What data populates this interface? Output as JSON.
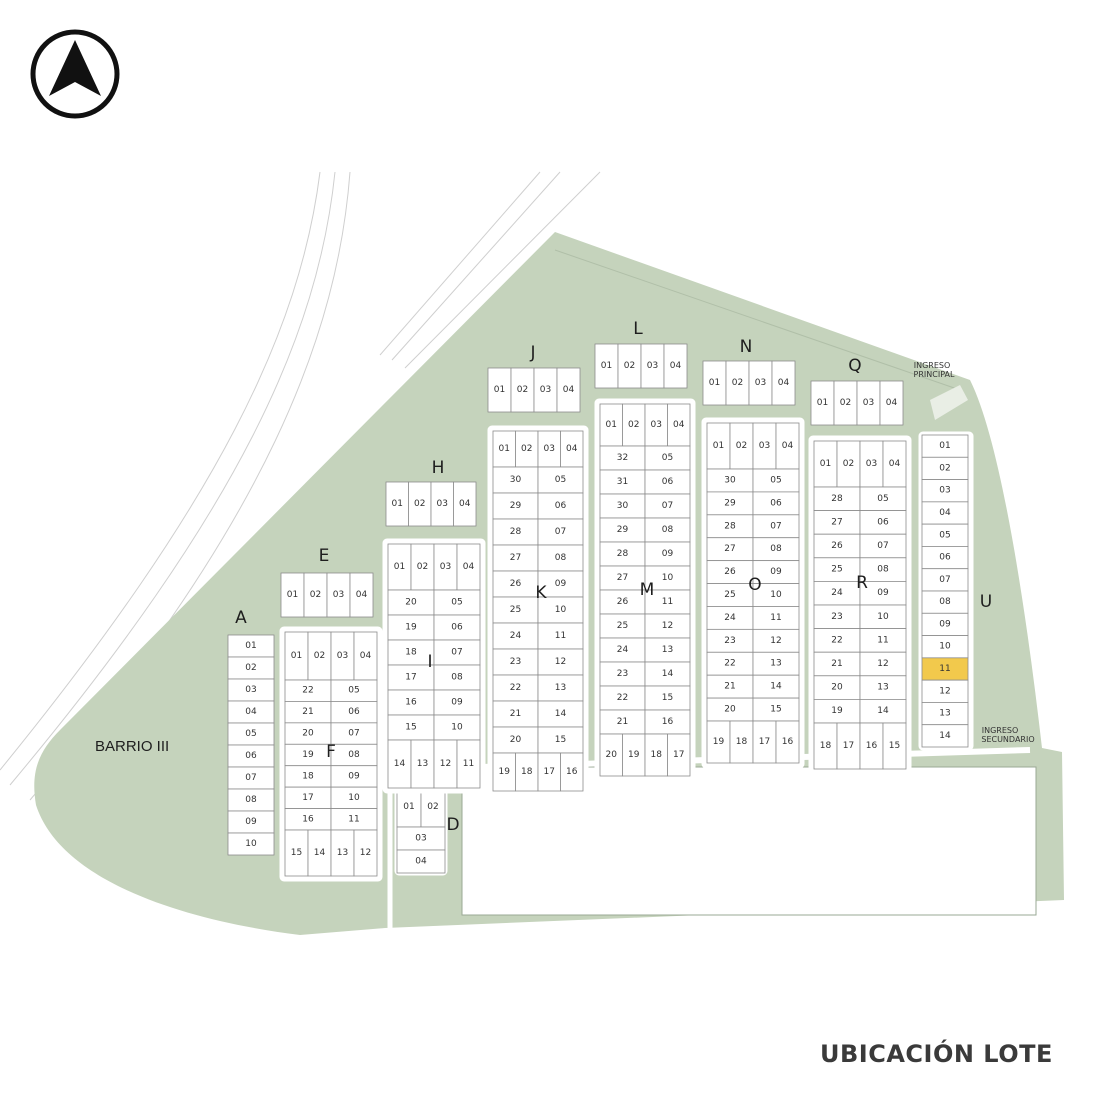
{
  "map_title": "UBICACIÓN LOTE",
  "barrio_label": "BARRIO III",
  "ingreso_principal": [
    "INGRESO",
    "PRINCIPAL"
  ],
  "ingreso_secundario": [
    "INGRESO",
    "SECUNDARIO"
  ],
  "north_arrow_icon": "north-arrow-icon",
  "colors": {
    "land": "#c5d3bc",
    "lot": "#ffffff",
    "lot_border": "#8c8c8c",
    "highlight": "#f2c94c"
  },
  "highlighted_lot": {
    "block": "U",
    "lot": "11"
  },
  "blocks": [
    {
      "id": "A",
      "letter": "A",
      "lots": [
        "01",
        "02",
        "03",
        "04",
        "05",
        "06",
        "07",
        "08",
        "09",
        "10"
      ]
    },
    {
      "id": "E",
      "letter": "E",
      "lots": [
        "01",
        "02",
        "03",
        "04"
      ]
    },
    {
      "id": "F",
      "letter": "F",
      "top_row": [
        "01",
        "02",
        "03",
        "04"
      ],
      "left": [
        "22",
        "21",
        "20",
        "19",
        "18",
        "17",
        "16"
      ],
      "right": [
        "05",
        "06",
        "07",
        "08",
        "09",
        "10",
        "11"
      ],
      "bottom_row": [
        "15",
        "14",
        "13",
        "12"
      ]
    },
    {
      "id": "D",
      "letter": "D",
      "lots": [
        "01",
        "02",
        "03",
        "04"
      ]
    },
    {
      "id": "H",
      "letter": "H",
      "lots": [
        "01",
        "02",
        "03",
        "04"
      ]
    },
    {
      "id": "I",
      "letter": "I",
      "top_row": [
        "01",
        "02",
        "03",
        "04"
      ],
      "left": [
        "20",
        "19",
        "18",
        "17",
        "16",
        "15"
      ],
      "right": [
        "05",
        "06",
        "07",
        "08",
        "09",
        "10"
      ],
      "bottom_row": [
        "14",
        "13",
        "12",
        "11"
      ]
    },
    {
      "id": "J",
      "letter": "J",
      "lots": [
        "01",
        "02",
        "03",
        "04"
      ]
    },
    {
      "id": "K",
      "letter": "K",
      "top_row": [
        "01",
        "02",
        "03",
        "04"
      ],
      "left": [
        "30",
        "29",
        "28",
        "27",
        "26",
        "25",
        "24",
        "23",
        "22",
        "21",
        "20"
      ],
      "right": [
        "05",
        "06",
        "07",
        "08",
        "09",
        "10",
        "11",
        "12",
        "13",
        "14",
        "15"
      ],
      "bottom_row": [
        "19",
        "18",
        "17",
        "16"
      ]
    },
    {
      "id": "L",
      "letter": "L",
      "lots": [
        "01",
        "02",
        "03",
        "04"
      ]
    },
    {
      "id": "M",
      "letter": "M",
      "top_row": [
        "01",
        "02",
        "03",
        "04"
      ],
      "left": [
        "32",
        "31",
        "30",
        "29",
        "28",
        "27",
        "26",
        "25",
        "24",
        "23",
        "22",
        "21"
      ],
      "right": [
        "05",
        "06",
        "07",
        "08",
        "09",
        "10",
        "11",
        "12",
        "13",
        "14",
        "15",
        "16"
      ],
      "bottom_row": [
        "20",
        "19",
        "18",
        "17"
      ]
    },
    {
      "id": "N",
      "letter": "N",
      "lots": [
        "01",
        "02",
        "03",
        "04"
      ]
    },
    {
      "id": "O",
      "letter": "O",
      "top_row": [
        "01",
        "02",
        "03",
        "04"
      ],
      "left": [
        "30",
        "29",
        "28",
        "27",
        "26",
        "25",
        "24",
        "23",
        "22",
        "21",
        "20"
      ],
      "right": [
        "05",
        "06",
        "07",
        "08",
        "09",
        "10",
        "11",
        "12",
        "13",
        "14",
        "15"
      ],
      "bottom_row": [
        "19",
        "18",
        "17",
        "16"
      ]
    },
    {
      "id": "Q",
      "letter": "Q",
      "lots": [
        "01",
        "02",
        "03",
        "04"
      ]
    },
    {
      "id": "R",
      "letter": "R",
      "top_row": [
        "01",
        "02",
        "03",
        "04"
      ],
      "left": [
        "28",
        "27",
        "26",
        "25",
        "24",
        "23",
        "22",
        "21",
        "20",
        "19"
      ],
      "right": [
        "05",
        "06",
        "07",
        "08",
        "09",
        "10",
        "11",
        "12",
        "13",
        "14"
      ],
      "bottom_row": [
        "18",
        "17",
        "16",
        "15"
      ]
    },
    {
      "id": "U",
      "letter": "U",
      "lots": [
        "01",
        "02",
        "03",
        "04",
        "05",
        "06",
        "07",
        "08",
        "09",
        "10",
        "11",
        "12",
        "13",
        "14"
      ]
    }
  ]
}
